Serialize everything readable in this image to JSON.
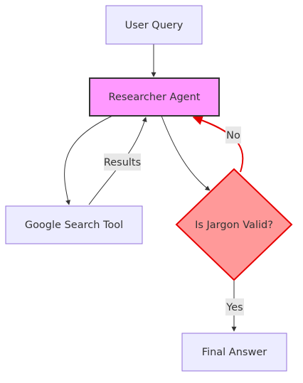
{
  "nodes": {
    "user_query": "User Query",
    "researcher_agent": "Researcher Agent",
    "google_search_tool": "Google Search Tool",
    "jargon_check": "Is Jargon Valid?",
    "final_answer": "Final Answer"
  },
  "edges": {
    "results": "Results",
    "no": "No",
    "yes": "Yes"
  },
  "colors": {
    "default_node_fill": "#ECECFF",
    "default_node_stroke": "#9370DB",
    "agent_fill": "#FF99FF",
    "agent_stroke": "#333333",
    "decision_fill": "#FF9999",
    "decision_stroke": "#E60000",
    "edge": "#333333",
    "highlight_edge": "#E60000",
    "label_bg": "#E8E8E8"
  }
}
